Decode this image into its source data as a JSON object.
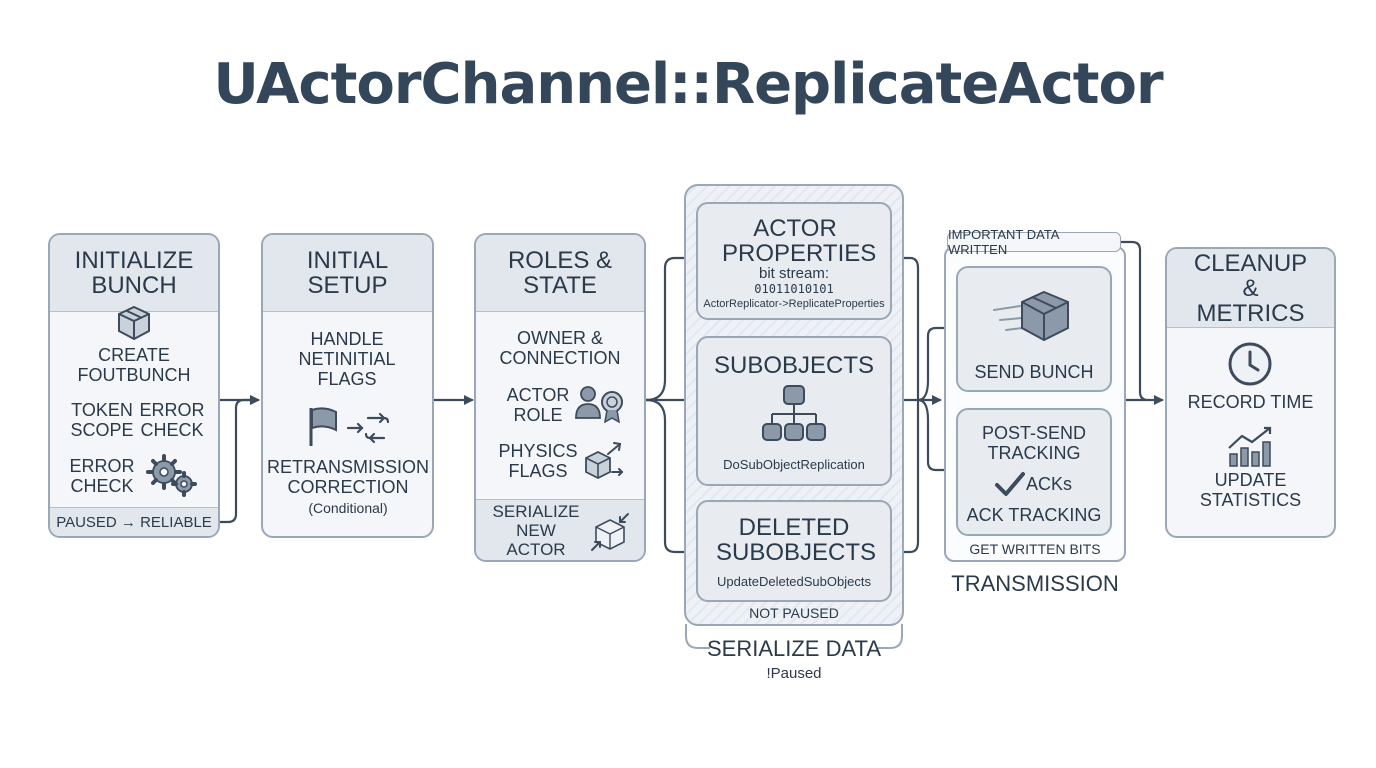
{
  "title": "UActorChannel::ReplicateActor",
  "init": {
    "title": "INITIALIZE BUNCH",
    "create": "CREATE FOUTBUNCH",
    "token_scope": "TOKEN SCOPE",
    "error_check_1": "ERROR CHECK",
    "error_check_2": "ERROR CHECK",
    "footer": "PAUSED → RELIABLE",
    "icons": [
      "package-icon",
      "gears-icon"
    ]
  },
  "setup": {
    "title": "INITIAL SETUP",
    "handle": "HANDLE NETINITIAL FLAGS",
    "retrans": "RETRANSMISSION CORRECTION",
    "conditional": "(Conditional)",
    "icons": [
      "flag-icon",
      "swap-arrows-icon"
    ]
  },
  "roles": {
    "title": "ROLES & STATE",
    "owner": "OWNER & CONNECTION",
    "actor_role": "ACTOR ROLE",
    "physics": "PHYSICS FLAGS",
    "footer": "SERIALIZE NEW ACTOR",
    "icons": [
      "users-badge-icon",
      "cube-arrows-icon",
      "package-arrows-icon"
    ]
  },
  "serialize": {
    "actor_props": "ACTOR PROPERTIES",
    "bitstream": "bit stream:",
    "bits": "01011010101",
    "replicator": "ActorReplicator->ReplicateProperties",
    "subobjects": "SUBOBJECTS",
    "subobjects_fn": "DoSubObjectReplication",
    "deleted": "DELETED SUBOBJECTS",
    "deleted_fn": "UpdateDeletedSubObjects",
    "not_paused": "NOT PAUSED",
    "caption": "SERIALIZE DATA",
    "paused": "!Paused",
    "icons": [
      "hierarchy-icon"
    ]
  },
  "transmission": {
    "important": "IMPORTANT DATA WRITTEN",
    "send_bunch": "SEND BUNCH",
    "post_send": "POST-SEND TRACKING",
    "acks": "ACKs",
    "ack_tracking": "ACK TRACKING",
    "written_bits": "GET WRITTEN BITS",
    "caption": "TRANSMISSION",
    "icons": [
      "moving-package-icon",
      "checkmark-icon"
    ]
  },
  "cleanup": {
    "title": "CLEANUP & METRICS",
    "record": "RECORD TIME",
    "update": "UPDATE STATISTICS",
    "icons": [
      "clock-icon",
      "bar-chart-icon"
    ]
  },
  "colors": {
    "stroke": "#3d4b5c",
    "box_border": "#9aa7b6",
    "header": "#e2e7ee",
    "panel": "#f4f6f9",
    "text": "#2b3a4a"
  }
}
